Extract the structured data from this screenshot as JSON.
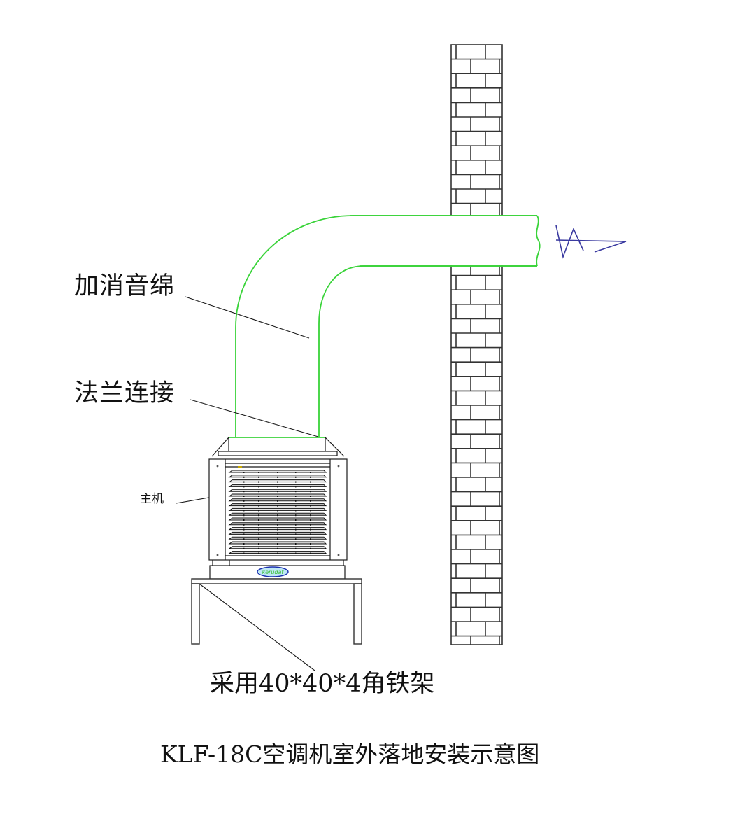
{
  "diagram": {
    "title": "KLF-18C空调机室外落地安装示意图",
    "labels": {
      "muffler": "加消音绵",
      "flange": "法兰连接",
      "host": "主机",
      "stand": "采用40*40*4角铁架"
    },
    "logo_text": "kerudat",
    "components": [
      "brick-wall",
      "air-duct",
      "air-cooler-unit",
      "angle-iron-stand",
      "airflow-arrow"
    ],
    "colors": {
      "duct": "#39d339",
      "arrow": "#3a3aa0",
      "line": "#1a1a1a",
      "logo_fill": "#bfe8f5",
      "logo_border": "#1a2fb0",
      "logo_text": "#3bbf3b"
    }
  }
}
